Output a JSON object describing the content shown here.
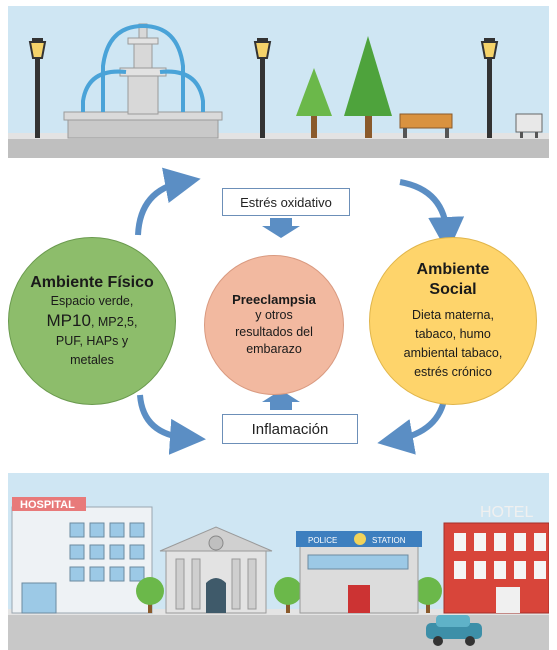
{
  "top_scene": {
    "description_icons": [
      "fountain-icon",
      "street-lamp-icon",
      "tree-icon",
      "bench-icon",
      "sign-icon"
    ]
  },
  "top_label": "Estrés oxidativo",
  "bottom_label": "Inflamación",
  "left_circle": {
    "title": "Ambiente Físico",
    "line1": "Espacio verde,",
    "mp10": "MP10",
    "line2_rest": ", MP2,5,",
    "line3": "PUF, HAPs y",
    "line4": "metales",
    "color": "#8dbd6b"
  },
  "center_circle": {
    "title": "Preeclampsia",
    "line1": "y otros",
    "line2": "resultados del",
    "line3": "embarazo",
    "color": "#f2b9a0"
  },
  "right_circle": {
    "title_line1": "Ambiente",
    "title_line2": "Social",
    "line1": "Dieta materna,",
    "line2": "tabaco, humo",
    "line3": "ambiental tabaco,",
    "line4": "estrés crónico",
    "color": "#fed46b"
  },
  "city": {
    "hospital_sign": "HOSPITAL",
    "police_sign_left": "POLICE",
    "police_sign_right": "STATION",
    "hotel_sign": "HOTEL"
  },
  "colors": {
    "arrow": "#5b8ec4",
    "sky": "#cfe7f4",
    "ground": "#d9d9d9"
  }
}
